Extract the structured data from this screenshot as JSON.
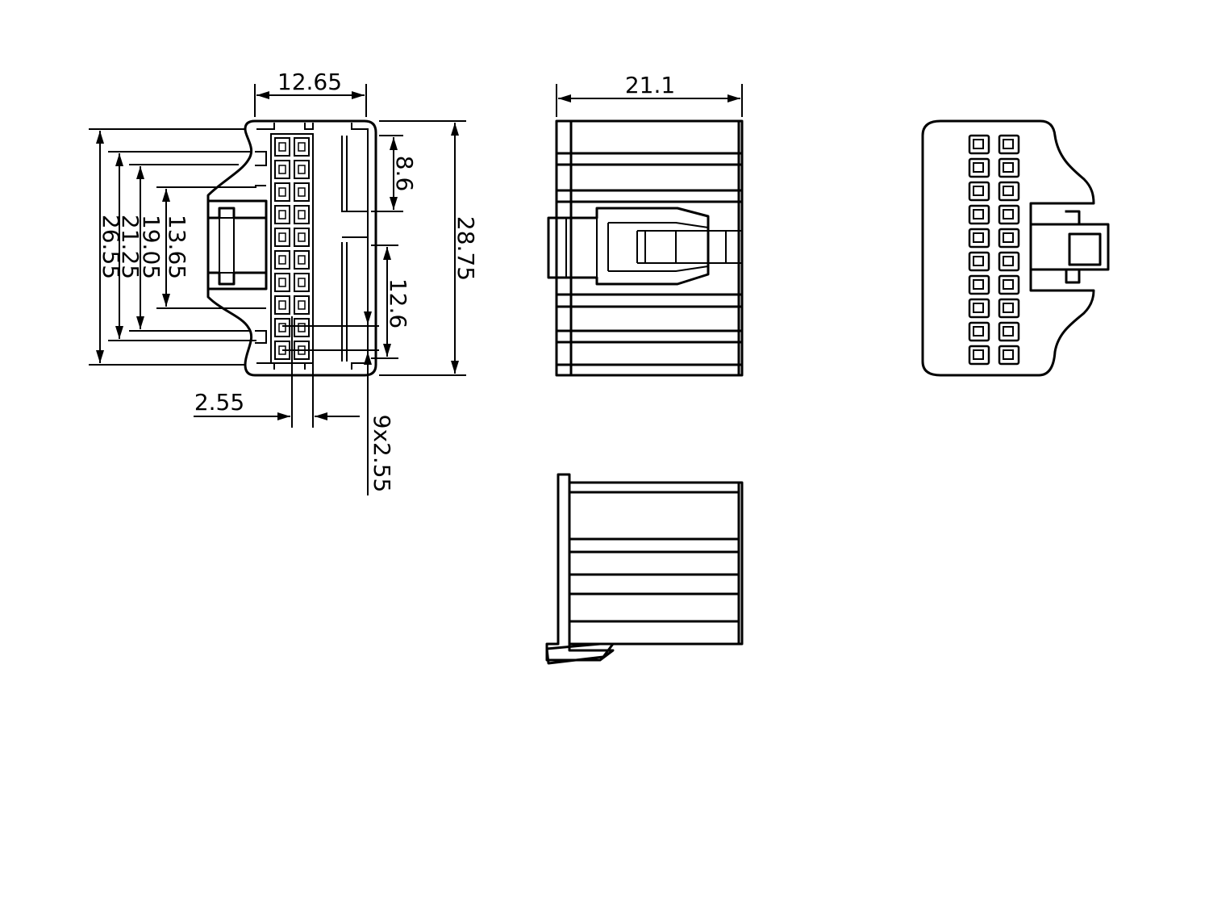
{
  "colors": {
    "line": "#000000",
    "background": "#ffffff"
  },
  "dimensions": {
    "top_width": "12.65",
    "right_height": "28.75",
    "upper_right": "8.6",
    "lower_right": "12.6",
    "left_outer": "26.55",
    "left_second": "21.25",
    "left_third": "19.05",
    "left_inner": "13.65",
    "pitch": "2.55",
    "pitch_count": "9x2.55",
    "side_width": "21.1"
  }
}
